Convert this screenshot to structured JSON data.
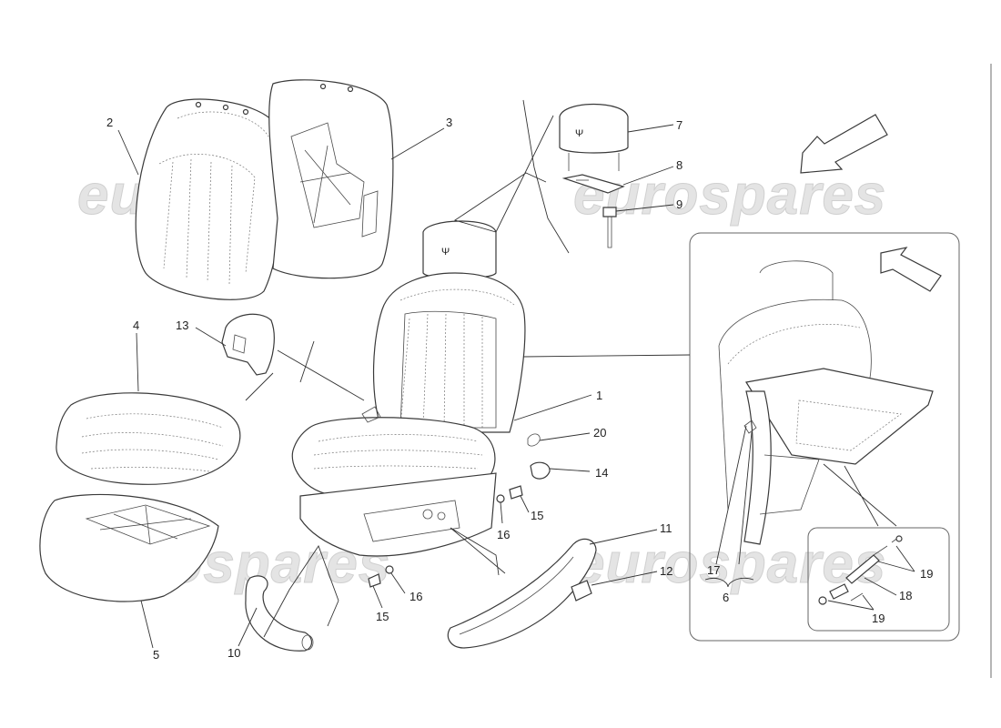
{
  "watermark": "eurospares",
  "callouts": {
    "c1": "1",
    "c2": "2",
    "c3": "3",
    "c4": "4",
    "c5": "5",
    "c6": "6",
    "c7": "7",
    "c8": "8",
    "c9": "9",
    "c10": "10",
    "c11": "11",
    "c12": "12",
    "c13": "13",
    "c14": "14",
    "c15a": "15",
    "c15b": "15",
    "c16a": "16",
    "c16b": "16",
    "c17": "17",
    "c18": "18",
    "c19a": "19",
    "c19b": "19",
    "c20": "20"
  },
  "icons": {
    "direction_arrow_main": "arrow-down-left-icon",
    "direction_arrow_inset": "arrow-up-left-icon"
  }
}
